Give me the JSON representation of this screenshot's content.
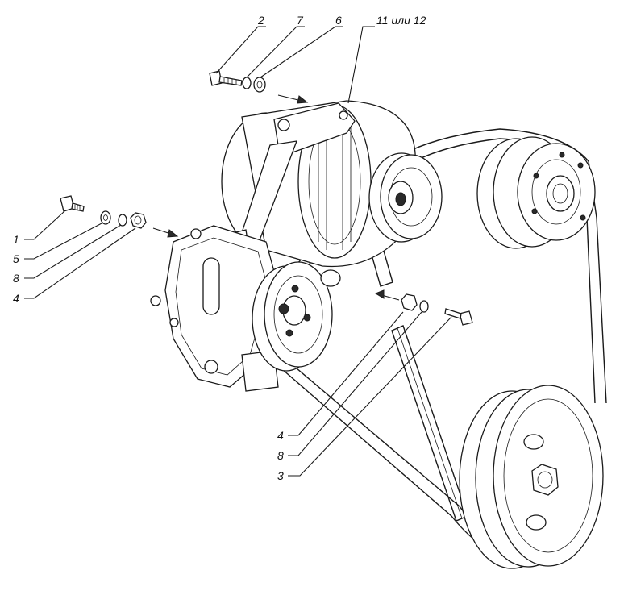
{
  "callouts": [
    {
      "id": "c1",
      "label": "1"
    },
    {
      "id": "c5",
      "label": "5"
    },
    {
      "id": "c8a",
      "label": "8"
    },
    {
      "id": "c4a",
      "label": "4"
    },
    {
      "id": "c2",
      "label": "2"
    },
    {
      "id": "c7",
      "label": "7"
    },
    {
      "id": "c6",
      "label": "6"
    },
    {
      "id": "c11",
      "label": "11 или 12"
    },
    {
      "id": "c4b",
      "label": "4"
    },
    {
      "id": "c8b",
      "label": "8"
    },
    {
      "id": "c3",
      "label": "3"
    }
  ]
}
